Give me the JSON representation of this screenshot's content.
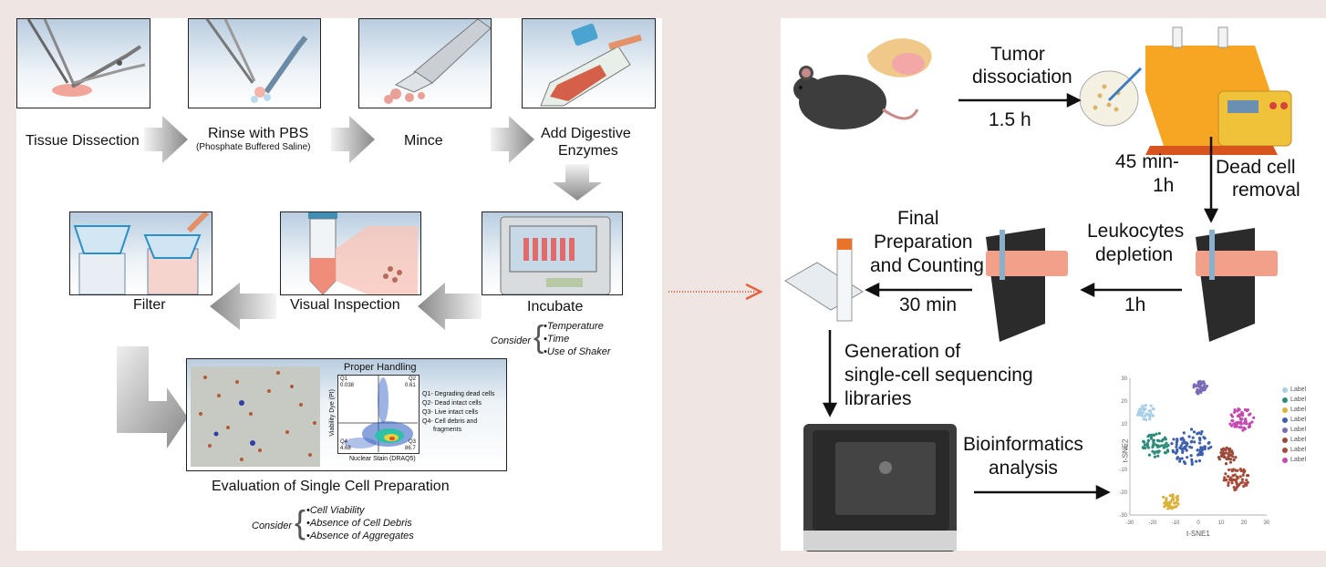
{
  "left": {
    "steps": {
      "dissection": "Tissue Dissection",
      "rinse": "Rinse with PBS",
      "rinse_sub": "(Phosphate Buffered Saline)",
      "mince": "Mince",
      "enzymes_1": "Add Digestive",
      "enzymes_2": "Enzymes",
      "incubate": "Incubate",
      "visual": "Visual Inspection",
      "filter": "Filter"
    },
    "incubate_consider": {
      "label": "Consider",
      "items": [
        "•Temperature",
        "•Time",
        "•Use of Shaker"
      ]
    },
    "evaluation": {
      "title": "Evaluation of Single Cell Preparation",
      "plot_title": "Proper Handling",
      "y_axis": "Viability Dye (PI)",
      "x_axis": "Nuclear Stain (DRAQ5)",
      "q1": "Q1",
      "q1_val": "0.038",
      "q2": "Q2",
      "q2_val": "0.61",
      "q3": "Q3",
      "q3_val": "86.7",
      "q4": "Q4",
      "q4_val": "4.68",
      "legend": [
        "Q1- Degrading dead cells",
        "Q2- Dead intact cells",
        "Q3- Live intact cells",
        "Q4- Cell debris and",
        "fragments"
      ]
    },
    "evaluation_consider": {
      "label": "Consider",
      "items": [
        "•Cell Viability",
        "•Absence of Cell Debris",
        "•Absence of Aggregates"
      ]
    }
  },
  "right": {
    "tumor_1": "Tumor",
    "tumor_2": "dissociation",
    "tumor_time": "1.5 h",
    "dead_time_1": "45 min-",
    "dead_time_2": "1h",
    "dead_1": "Dead cell",
    "dead_2": "removal",
    "leuko_1": "Leukocytes",
    "leuko_2": "depletion",
    "leuko_time": "1h",
    "final_1": "Final",
    "final_2": "Preparation",
    "final_3": "and Counting",
    "final_time": "30 min",
    "gen_1": "Generation of",
    "gen_2": "single-cell sequencing",
    "gen_3": "libraries",
    "bio_1": "Bioinformatics",
    "bio_2": "analysis",
    "tsne": {
      "x_label": "t-SNE1",
      "y_label": "t-SNE2",
      "x_ticks": [
        "-30",
        "-20",
        "-10",
        "0",
        "10",
        "20",
        "30"
      ],
      "y_ticks": [
        "30",
        "20",
        "10",
        "0",
        "-10",
        "-20",
        "-30"
      ],
      "legend": [
        "Label",
        "Label",
        "Label",
        "Label",
        "Label",
        "Label",
        "Label",
        "Label"
      ],
      "legend_colors": [
        "#a9cfe8",
        "#2e8b7a",
        "#d9b23a",
        "#3e5fae",
        "#7b6bb5",
        "#9b4a3c",
        "#a84a3a",
        "#c24bb0"
      ]
    }
  }
}
